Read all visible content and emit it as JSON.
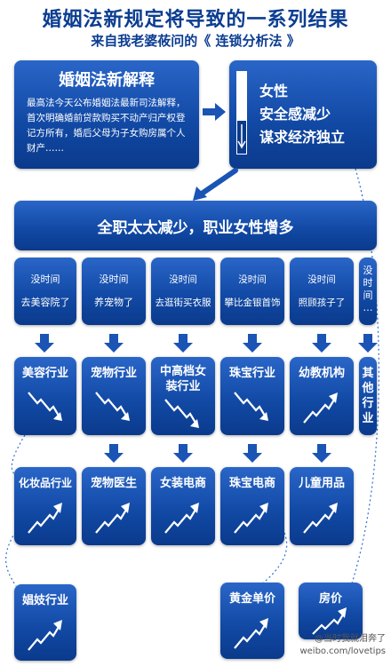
{
  "header": {
    "title": "婚姻法新规定将导致的一系列结果",
    "subtitle": "来自我老婆莜问的《 连锁分析法 》"
  },
  "intro": {
    "title": "婚姻法新解释",
    "body": "最高法今天公布婚姻法最新司法解释，首次明确婚前贷款购买不动产归产权登记方所有，婚后父母为子女购房属个人财产……"
  },
  "female": {
    "line1": "女性",
    "line2": "安全感减少",
    "line3": "谋求经济独立"
  },
  "main_result": "全职太太减少，职业女性增多",
  "causes": [
    {
      "line1": "没时间",
      "line2": "去美容院了"
    },
    {
      "line1": "没时间",
      "line2": "养宠物了"
    },
    {
      "line1": "没时间",
      "line2": "去逛街买衣服"
    },
    {
      "line1": "没时间",
      "line2": "攀比金银首饰"
    },
    {
      "line1": "没时间",
      "line2": "照顾孩子了"
    }
  ],
  "cause_other": [
    "没",
    "时",
    "间",
    "…"
  ],
  "declining": [
    {
      "label": "美容行业",
      "trend": "down"
    },
    {
      "label": "宠物行业",
      "trend": "down"
    },
    {
      "label": "中高档女装行业",
      "trend": "down"
    },
    {
      "label": "珠宝行业",
      "trend": "down"
    },
    {
      "label": "幼教机构",
      "trend": "up"
    }
  ],
  "other_industry": [
    "其",
    "他",
    "行",
    "业"
  ],
  "rising": [
    {
      "label": "化妆品行业",
      "trend": "up"
    },
    {
      "label": "宠物医生",
      "trend": "up"
    },
    {
      "label": "女装电商",
      "trend": "up"
    },
    {
      "label": "珠宝电商",
      "trend": "up"
    },
    {
      "label": "儿童用品",
      "trend": "up"
    }
  ],
  "bottom": [
    {
      "label": "娼妓行业",
      "trend": "up"
    },
    {
      "label": "黄金单价",
      "trend": "up"
    },
    {
      "label": "房价",
      "trend": "up"
    }
  ],
  "watermark": {
    "handle": "@当时我就泪奔了",
    "url": "weibo.com/lovetips"
  },
  "colors": {
    "title_blue": "#0b3d91",
    "box_blue": "#124aa6",
    "arrow_blue": "#1a54b4"
  }
}
